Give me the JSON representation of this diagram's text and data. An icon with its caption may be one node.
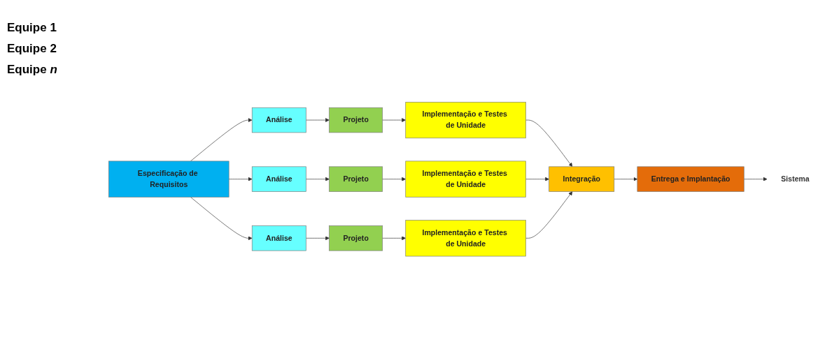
{
  "diagram": {
    "nodes": [
      {
        "text": [
          "Especificação de Requisitos"
        ]
      },
      {
        "text": [
          "Análise"
        ]
      },
      {
        "text": [
          "Projeto"
        ]
      },
      {
        "text": [
          "Implementação e Testes de Unidade"
        ]
      },
      {
        "text": [
          "Análise"
        ]
      },
      {
        "text": [
          "Projeto"
        ]
      },
      {
        "text": [
          "Implementação e Testes de Unidade"
        ]
      },
      {
        "text": [
          "Análise"
        ]
      },
      {
        "text": [
          "Projeto"
        ]
      },
      {
        "text": [
          "Implementação e Testes de Unidade"
        ]
      },
      {
        "text": [
          "Integração"
        ]
      },
      {
        "text": [
          "Entrega e Implantação"
        ]
      },
      {
        "text": [
          "Sistema"
        ]
      }
    ],
    "edges": [
      {
        "from": 0,
        "to": 1,
        "arrow": "to"
      },
      {
        "from": 0,
        "to": 4,
        "arrow": "to"
      },
      {
        "from": 0,
        "to": 7,
        "arrow": "to"
      },
      {
        "from": 1,
        "to": 2,
        "arrow": "to"
      },
      {
        "from": 2,
        "to": 3,
        "arrow": "to"
      },
      {
        "from": 4,
        "to": 5,
        "arrow": "to"
      },
      {
        "from": 5,
        "to": 6,
        "arrow": "to"
      },
      {
        "from": 7,
        "to": 8,
        "arrow": "to"
      },
      {
        "from": 8,
        "to": 9,
        "arrow": "to"
      },
      {
        "from": 3,
        "to": 10,
        "arrow": "to"
      },
      {
        "from": 6,
        "to": 10,
        "arrow": "to"
      },
      {
        "from": 9,
        "to": 10,
        "arrow": "to"
      },
      {
        "from": 10,
        "to": 11,
        "arrow": "to"
      },
      {
        "from": 11,
        "to": 12,
        "arrow": "to"
      }
    ],
    "labels": [
      "Equipe 1",
      "Equipe 2",
      "Equipe *n*"
    ]
  }
}
